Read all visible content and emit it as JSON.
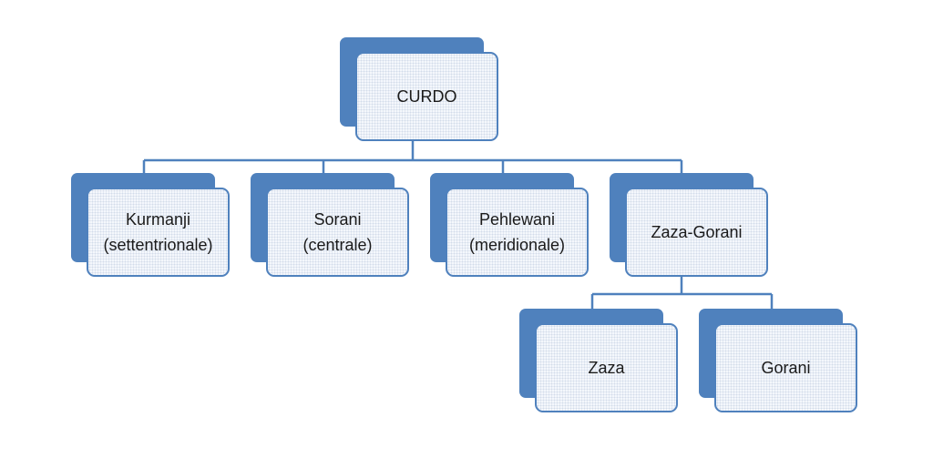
{
  "diagram": {
    "root": {
      "label": "CURDO"
    },
    "children": [
      {
        "label": "Kurmanji\n(settentrionale)"
      },
      {
        "label": "Sorani\n(centrale)"
      },
      {
        "label": "Pehlewani\n(meridionale)"
      },
      {
        "label": "Zaza-Gorani",
        "children": [
          {
            "label": "Zaza"
          },
          {
            "label": "Gorani"
          }
        ]
      }
    ]
  },
  "colors": {
    "accent": "#4f81bd",
    "box_fill": "#f4f7fc"
  }
}
